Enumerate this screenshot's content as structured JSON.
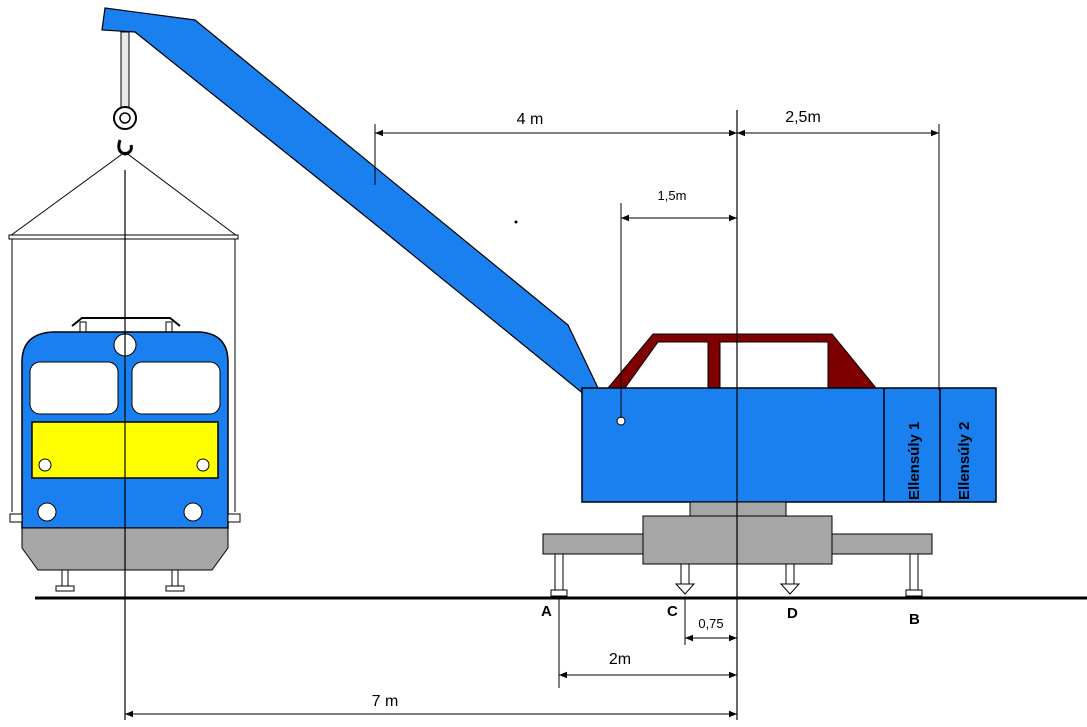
{
  "colors": {
    "crane_blue": "#1a80f0",
    "cab_frame": "#7f0000",
    "base_gray": "#a6a6a6",
    "loco_yellow": "#ffff00",
    "outline": "#000000"
  },
  "dimensions": {
    "d_4m": "4 m",
    "d_2_5m": "2,5m",
    "d_1_5m": "1,5m",
    "d_0_75": "0,75",
    "d_2m": "2m",
    "d_7m": "7 m"
  },
  "supports": {
    "A": "A",
    "B": "B",
    "C": "C",
    "D": "D"
  },
  "counterweights": {
    "cw1": "Ellensúly 1",
    "cw2": "Ellensúly 2"
  },
  "icons": [
    "crane-hook-icon",
    "locomotive-icon",
    "crane-icon"
  ]
}
